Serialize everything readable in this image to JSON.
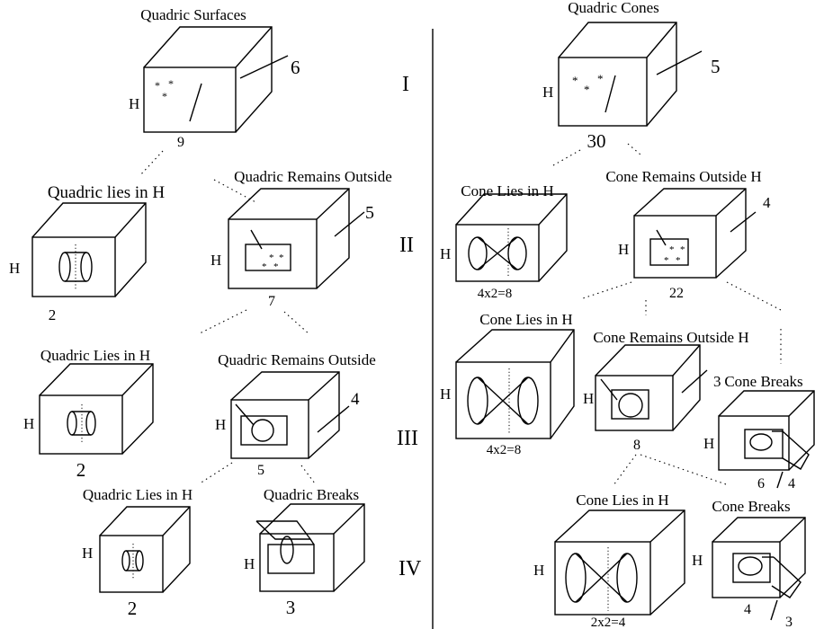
{
  "left": {
    "title": "Quadric Surfaces",
    "root": {
      "h": "H",
      "side": "6",
      "bottom": "9"
    },
    "lvl2": {
      "lies": {
        "label": "Quadric lies in H",
        "h": "H",
        "bottom": "2"
      },
      "outside": {
        "label": "Quadric Remains Outside",
        "h": "H",
        "side": "5",
        "bottom": "7"
      }
    },
    "lvl3": {
      "lies": {
        "label": "Quadric Lies in H",
        "h": "H",
        "bottom": "2"
      },
      "outside": {
        "label": "Quadric Remains Outside",
        "h": "H",
        "side": "4",
        "bottom": "5"
      }
    },
    "lvl4": {
      "lies": {
        "label": "Quadric Lies in H",
        "h": "H",
        "bottom": "2"
      },
      "breaks": {
        "label": "Quadric Breaks",
        "h": "H",
        "bottom": "3"
      }
    }
  },
  "levels": [
    "I",
    "II",
    "III",
    "IV"
  ],
  "right": {
    "title": "Quadric Cones",
    "root": {
      "h": "H",
      "side": "5",
      "bottom": "30"
    },
    "lvl2": {
      "lies": {
        "label": "Cone Lies in H",
        "h": "H",
        "bottom": "4x2=8"
      },
      "outside": {
        "label": "Cone Remains Outside H",
        "h": "H",
        "side": "4",
        "bottom": "22"
      }
    },
    "lvl3": {
      "lies": {
        "label": "Cone Lies in H",
        "h": "H",
        "bottom": "4x2=8"
      },
      "outside": {
        "label": "Cone Remains Outside H",
        "h": "H",
        "side": "3",
        "bottom": "8"
      },
      "breaks": {
        "label": "Cone Breaks",
        "h": "H",
        "a": "6",
        "b": "4"
      }
    },
    "lvl4": {
      "lies": {
        "label": "Cone Lies in H",
        "h": "H",
        "bottom": "2x2=4"
      },
      "breaks": {
        "label": "Cone Breaks",
        "h": "H",
        "a": "4",
        "b": "3"
      }
    }
  },
  "stars": "*"
}
